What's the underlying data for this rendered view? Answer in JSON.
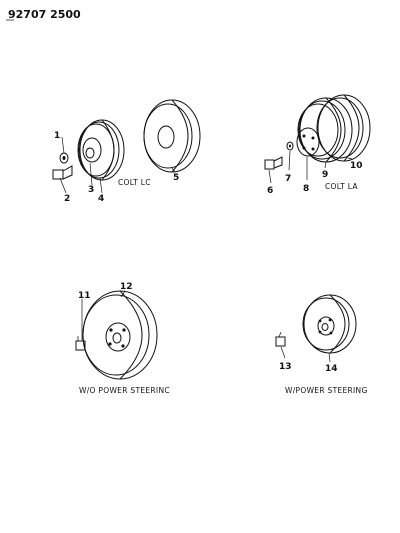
{
  "header": {
    "code": "92707 2500"
  },
  "callouts": [
    "1",
    "2",
    "3",
    "4",
    "5",
    "6",
    "7",
    "8",
    "9",
    "10",
    "11",
    "12",
    "13",
    "14"
  ],
  "captions": {
    "colt_lc": "COLT LC",
    "colt_la": "COLT LA",
    "wo_power_steering": "W/O POWER STEERINC",
    "w_power_steering": "W/POWER STEERING"
  },
  "colors": {
    "ink": "#111111",
    "background": "#ffffff"
  }
}
